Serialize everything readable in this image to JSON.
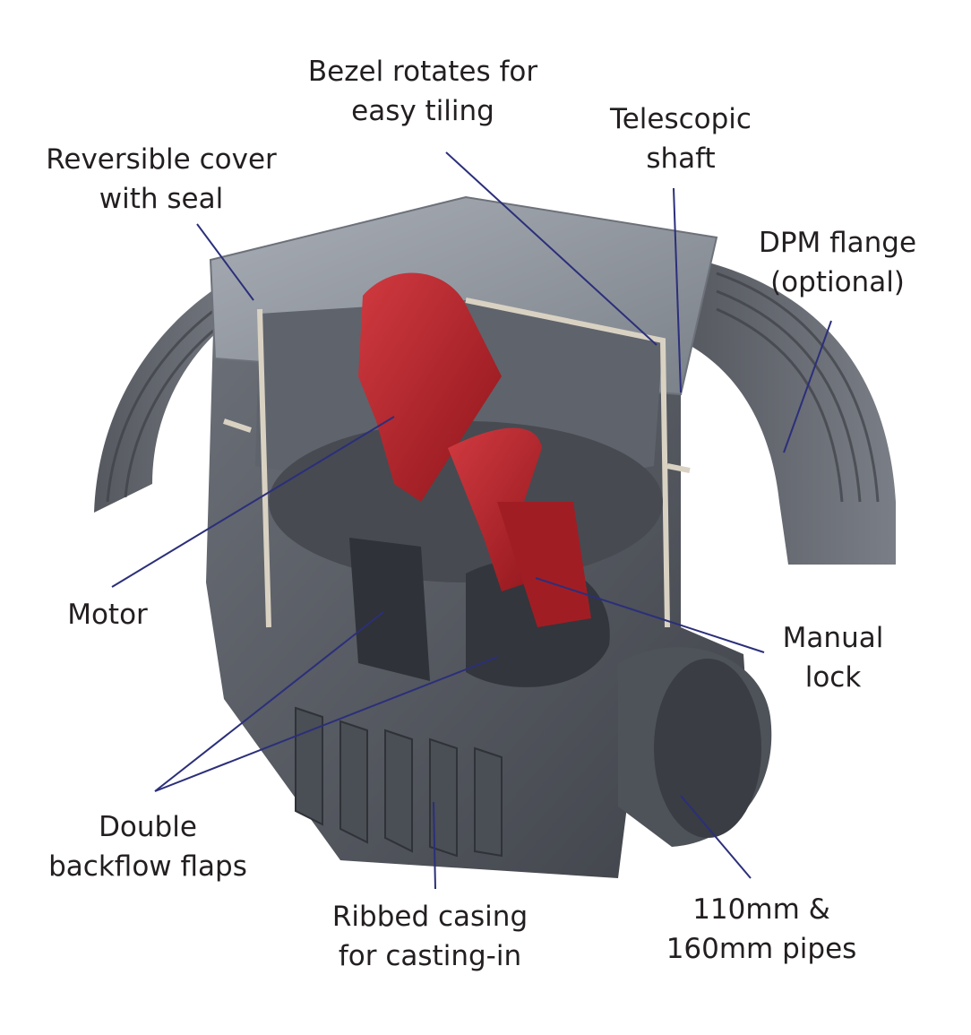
{
  "labels": {
    "bezel": {
      "line1": "Bezel rotates for",
      "line2": "easy tiling"
    },
    "shaft": {
      "line1": "Telescopic",
      "line2": "shaft"
    },
    "cover": {
      "line1": "Reversible cover",
      "line2": "with seal"
    },
    "flange": {
      "line1": "DPM flange",
      "line2": "(optional)"
    },
    "motor": {
      "line1": "Motor"
    },
    "lock": {
      "line1": "Manual",
      "line2": "lock"
    },
    "flaps": {
      "line1": "Double",
      "line2": "backflow flaps"
    },
    "casing": {
      "line1": "Ribbed casing",
      "line2": "for casting-in"
    },
    "pipes": {
      "line1": "110mm &",
      "line2": "160mm pipes"
    }
  },
  "colors": {
    "leader": "#2b2f7a",
    "body": "#5a5e66",
    "cover": "#8d939c",
    "mechanism": "#b3222a",
    "seal": "#d9d2c3"
  }
}
